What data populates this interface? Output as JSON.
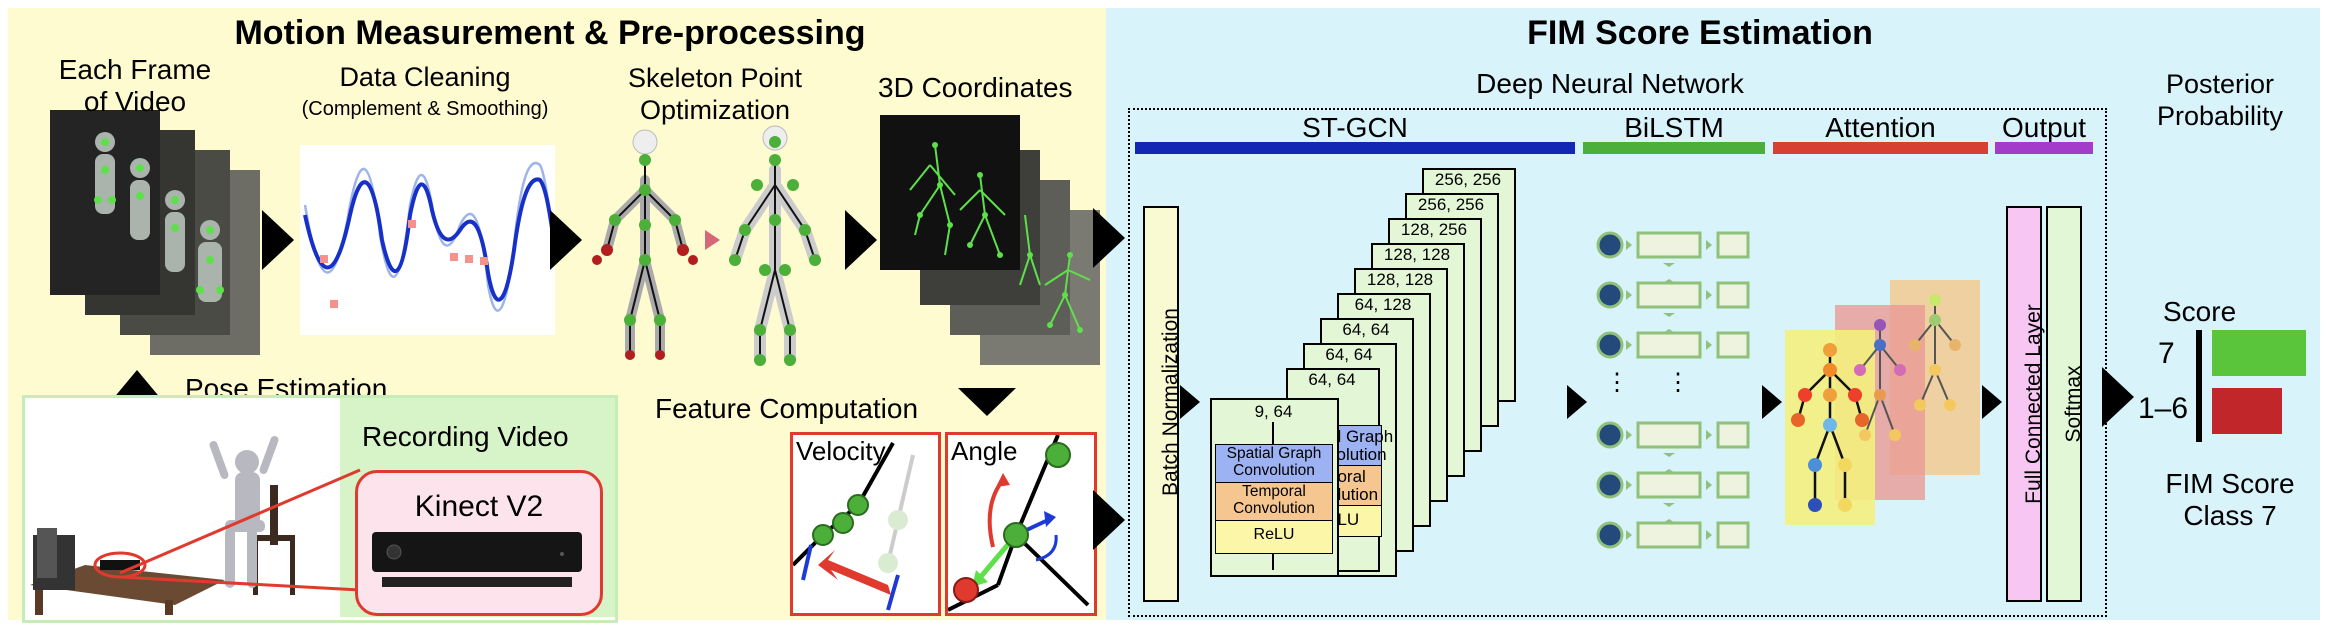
{
  "left_panel": {
    "title": "Motion Measurement & Pre-processing",
    "frame_label_1": "Each Frame",
    "frame_label_2": "of Video",
    "cleaning_label": "Data Cleaning",
    "cleaning_sub": "(Complement & Smoothing)",
    "skeleton_label_1": "Skeleton Point",
    "skeleton_label_2": "Optimization",
    "coords_label": "3D Coordinates",
    "pose_label": "Pose Estimation",
    "feature_label": "Feature Computation",
    "recording_label": "Recording Video",
    "kinect_label": "Kinect V2",
    "velocity_label": "Velocity",
    "angle_label": "Angle"
  },
  "right_panel": {
    "title": "FIM Score Estimation",
    "dnn_label": "Deep Neural Network",
    "stgcn_label": "ST-GCN",
    "bilstm_label": "BiLSTM",
    "attention_label": "Attention",
    "output_label": "Output",
    "batch_norm": "Batch Normalization",
    "block_dims": [
      "9, 64",
      "64, 64",
      "64, 64",
      "64, 64",
      "64, 128",
      "128, 128",
      "128, 128",
      "128, 256",
      "256, 256",
      "256, 256"
    ],
    "front_layers": [
      "Spatial Graph Convolution",
      "Temporal Convolution",
      "ReLU"
    ],
    "back_layer_fragments": [
      "al Graph",
      "volution",
      "poral",
      "olution",
      "eLU"
    ],
    "fc_label": "Full Connected Layer",
    "softmax_label": "Softmax",
    "ellipsis": "⋮"
  },
  "posterior": {
    "title_1": "Posterior",
    "title_2": "Probability",
    "score_label": "Score",
    "class_a": "7",
    "class_b": "1–6",
    "fim_1": "FIM Score",
    "fim_2": "Class 7"
  },
  "colors": {
    "left_bg": "#fffbd0",
    "right_bg": "#d9f3fb",
    "stgcn": "#1228b4",
    "bilstm": "#4caf3a",
    "attention": "#d64032",
    "output": "#a23cc9",
    "score_high": "#5ac43a",
    "score_low": "#c0262a"
  }
}
